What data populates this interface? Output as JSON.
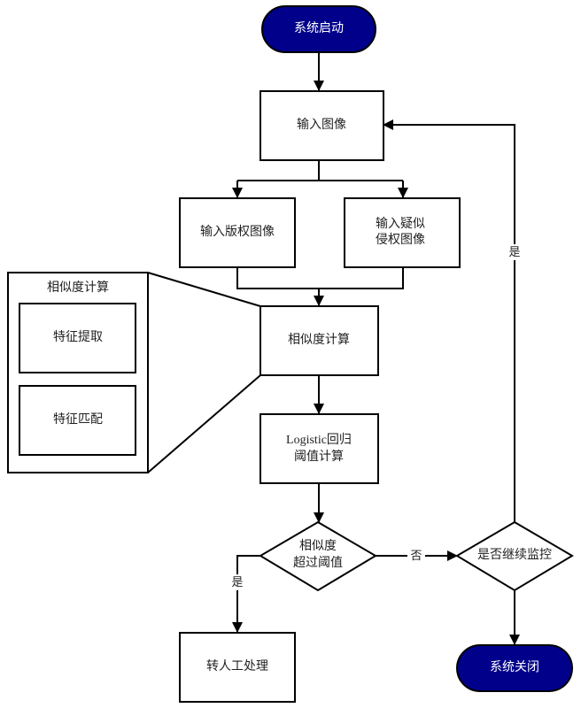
{
  "diagram": {
    "type": "flowchart",
    "colors": {
      "terminal_fill": "#00008b",
      "terminal_text": "#ffffff",
      "stroke": "#000000",
      "text": "#222222"
    },
    "nodes": {
      "start": {
        "label": "系统启动",
        "shape": "terminal"
      },
      "input_image": {
        "label": "输入图像",
        "shape": "process"
      },
      "input_copyright": {
        "label": "输入版权图像",
        "shape": "process"
      },
      "input_suspect": {
        "lines": [
          "输入疑似",
          "侵权图像"
        ],
        "shape": "process"
      },
      "similarity": {
        "label": "相似度计算",
        "shape": "process"
      },
      "logistic": {
        "lines": [
          "Logistic回归",
          "阈值计算"
        ],
        "shape": "process"
      },
      "decision_threshold": {
        "lines": [
          "相似度",
          "超过阈值"
        ],
        "shape": "decision"
      },
      "decision_continue": {
        "label": "是否继续监控",
        "shape": "decision"
      },
      "manual": {
        "label": "转人工处理",
        "shape": "process"
      },
      "end": {
        "label": "系统关闭",
        "shape": "terminal"
      }
    },
    "detail_panel": {
      "title": "相似度计算",
      "steps": [
        "特征提取",
        "特征匹配"
      ]
    },
    "edge_labels": {
      "threshold_yes": "是",
      "threshold_no": "否",
      "continue_yes": "是"
    },
    "edges": [
      {
        "from": "start",
        "to": "input_image"
      },
      {
        "from": "input_image",
        "to": "input_copyright"
      },
      {
        "from": "input_image",
        "to": "input_suspect"
      },
      {
        "from": "input_copyright",
        "to": "similarity"
      },
      {
        "from": "input_suspect",
        "to": "similarity"
      },
      {
        "from": "similarity",
        "to": "logistic"
      },
      {
        "from": "logistic",
        "to": "decision_threshold"
      },
      {
        "from": "decision_threshold",
        "to": "manual",
        "label": "是"
      },
      {
        "from": "decision_threshold",
        "to": "decision_continue",
        "label": "否"
      },
      {
        "from": "decision_continue",
        "to": "input_image",
        "label": "是"
      },
      {
        "from": "decision_continue",
        "to": "end"
      }
    ]
  }
}
